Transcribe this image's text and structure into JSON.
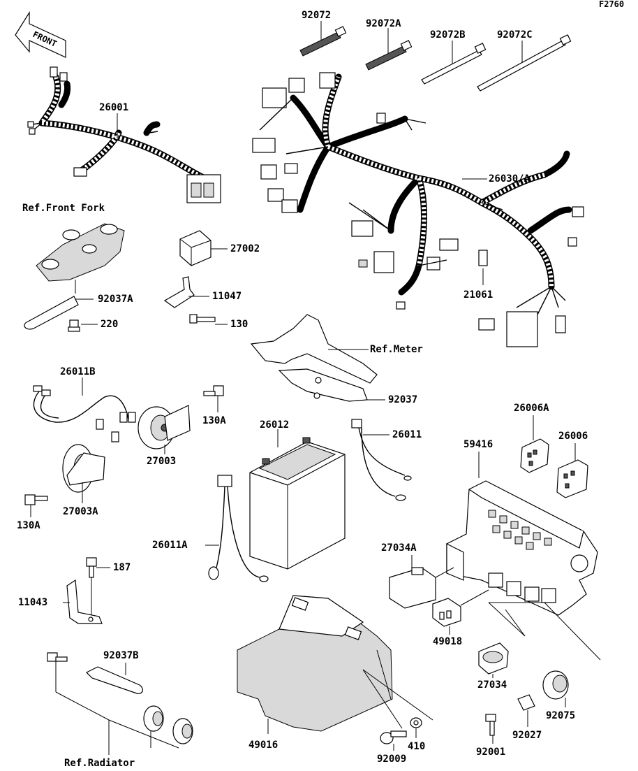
{
  "diagram_code": "F2760",
  "front_arrow_text": "FRONT",
  "parts": {
    "p92072": "92072",
    "p92072A": "92072A",
    "p92072B": "92072B",
    "p92072C": "92072C",
    "p26001": "26001",
    "p26030A": "26030/A",
    "ref_front_fork": "Ref.Front Fork",
    "p27002": "27002",
    "p92037A": "92037A",
    "p11047": "11047",
    "p220": "220",
    "p130": "130",
    "p21061": "21061",
    "ref_meter": "Ref.Meter",
    "p26011B": "26011B",
    "p92037": "92037",
    "p130A_top": "130A",
    "p26012": "26012",
    "p26011": "26011",
    "p26006A": "26006A",
    "p26006": "26006",
    "p59416": "59416",
    "p27003": "27003",
    "p27003A": "27003A",
    "p130A_bottom": "130A",
    "p26011A": "26011A",
    "p27034A": "27034A",
    "p187": "187",
    "p11043": "11043",
    "p49018": "49018",
    "p92037B": "92037B",
    "p27034": "27034",
    "p92075": "92075",
    "p49016": "49016",
    "p92027": "92027",
    "p410": "410",
    "p92001": "92001",
    "p92009": "92009",
    "ref_radiator": "Ref.Radiator"
  }
}
